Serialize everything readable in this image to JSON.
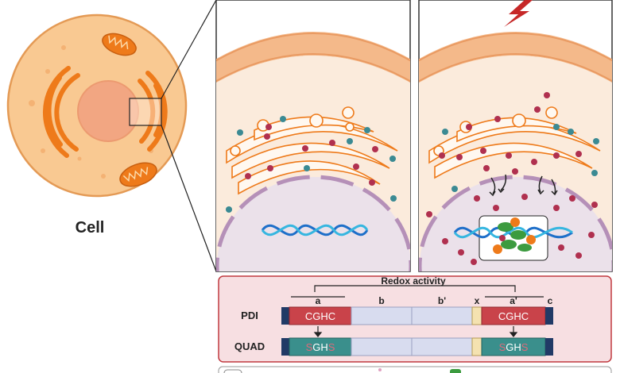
{
  "cell_label": "Cell",
  "panel": {
    "redox_activity": "Redox activity",
    "row1_label": "PDI",
    "row2_label": "QUAD",
    "domain_letters": [
      "a",
      "b",
      "b'",
      "x",
      "a'",
      "c"
    ],
    "pdi_motif_a": "CGHC",
    "pdi_motif_a_prime": "CGHC",
    "quad_motif_a": {
      "part1": "S",
      "part2": "GH",
      "part3": "S"
    },
    "quad_motif_a_prime": {
      "part1": "S",
      "part2": "GH",
      "part3": "S"
    }
  },
  "icons": {
    "stress": "lightning-bolt-icon"
  },
  "colors": {
    "cytoplasm": "#f9c992",
    "nucleus": "#f2a682",
    "golgi": "#ee7a1a",
    "membrane": "#f0b27a",
    "nuclear_env": "#b590b8",
    "dna_a": "#1e6fc9",
    "dna_b": "#36b6e0",
    "teal_dot": "#3b8a93",
    "red_dot": "#b0304f",
    "lightning": "#c62828",
    "panel_bg": "#f7dfe2",
    "panel_border": "#c0393f",
    "motif_red": "#c9434a",
    "motif_teal": "#3a8f8c",
    "domain_lavender": "#d8dcef",
    "domain_x": "#f4e2b0",
    "domain_terminal": "#213a66"
  }
}
